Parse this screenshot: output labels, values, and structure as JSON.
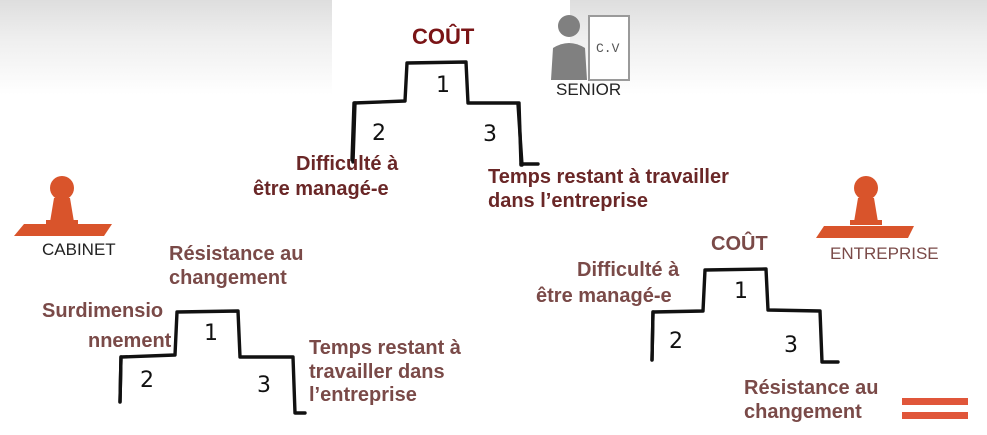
{
  "top_podium": {
    "title": "COÛT",
    "position_1": "1",
    "position_2": "2",
    "position_3": "3",
    "left_label_line1": "Difficulté à",
    "left_label_line2": "être managé-e",
    "right_label_line1": "Temps restant à travailler",
    "right_label_line2": "dans l’entreprise"
  },
  "senior": {
    "label": "SENIOR",
    "cv_label": "C.V",
    "icon": "person-icon",
    "color": "#808080"
  },
  "cabinet": {
    "label": "CABINET",
    "icon": "pawn-icon",
    "color": "#d9542b",
    "podium": {
      "position_1": "1",
      "position_2": "2",
      "position_3": "3",
      "top_label_line1": "Résistance au",
      "top_label_line2": "changement",
      "left_label_line1": "Surdimensio",
      "left_label_line2": "nnement",
      "right_label_line1": "Temps restant à",
      "right_label_line2": "travailler dans",
      "right_label_line3": "l’entreprise"
    }
  },
  "entreprise": {
    "label": "ENTREPRISE",
    "icon": "pawn-icon",
    "color": "#d9542b",
    "podium": {
      "title": "COÛT",
      "position_1": "1",
      "position_2": "2",
      "position_3": "3",
      "left_label_line1": "Difficulté à",
      "left_label_line2": "être managé-e",
      "bottom_label_line1": "Résistance au",
      "bottom_label_line2": "changement"
    }
  },
  "corner_mark": {
    "icon": "equals-icon",
    "color": "#e0563a"
  }
}
